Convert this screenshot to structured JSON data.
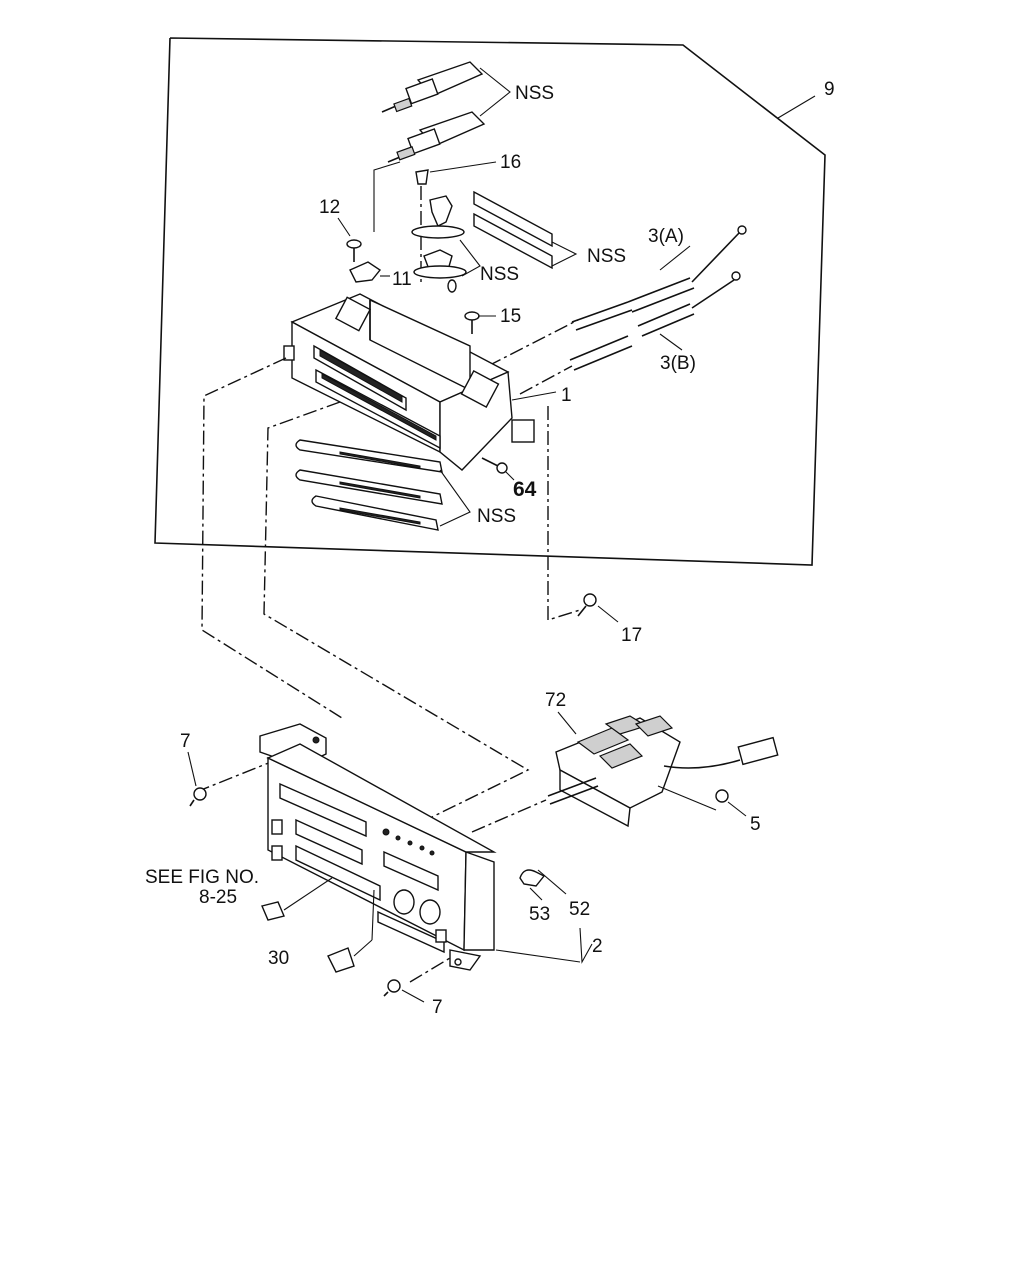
{
  "labels": {
    "nss_top": "NSS",
    "nss_middle": "NSS",
    "nss_clip": "NSS",
    "nss_bottom": "NSS",
    "assembly": "9",
    "knob_16": "16",
    "screw_12": "12",
    "clip_11": "11",
    "screw_15": "15",
    "cable_3a": "3(A)",
    "cable_3b": "3(B)",
    "housing_1": "1",
    "screw_64": "64",
    "screw_17": "17",
    "blower_72": "72",
    "screw_7_left": "7",
    "screw_5": "5",
    "see_fig_line1": "SEE FIG NO.",
    "see_fig_line2": "8-25",
    "bulb_53": "53",
    "bulb_52": "52",
    "panel_2": "2",
    "knob_30": "30",
    "screw_7_bottom": "7"
  },
  "colors": {
    "ink": "#111111",
    "paper": "#ffffff"
  }
}
